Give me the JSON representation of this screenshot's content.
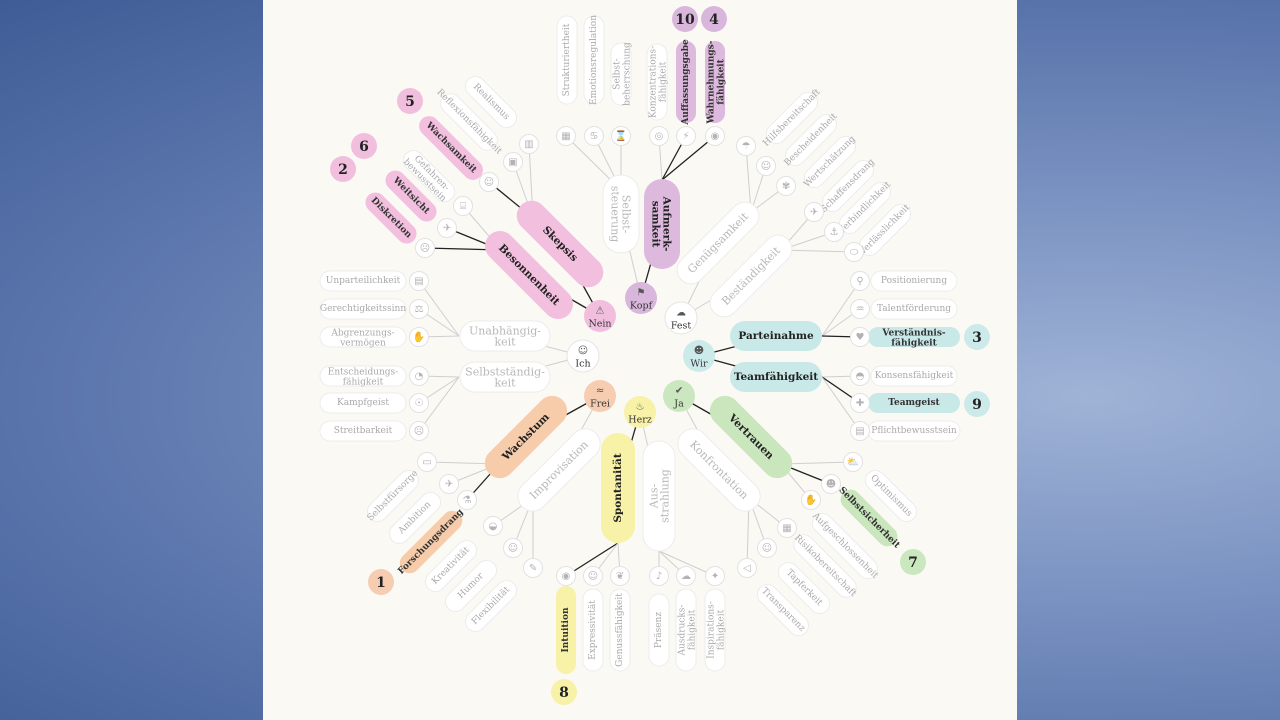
{
  "colors": {
    "purple": "#dcb9dd",
    "purple_dark": "#c99ccb",
    "pink": "#f3bfdf",
    "pink_dark": "#e6a2cf",
    "teal": "#c4e6e6",
    "green": "#c9e6bd",
    "yellow": "#f8f1a8",
    "orange": "#f6ccaa",
    "line": "#cfcfcf",
    "line_dark": "#222222",
    "pill_grey": "#ffffff"
  },
  "core": [
    {
      "id": "kopf",
      "label": "Kopf",
      "icon": "flag-icon",
      "color": "#d9b7dc"
    },
    {
      "id": "nein",
      "label": "Nein",
      "icon": "warning-icon",
      "color": "#f1bfdd"
    },
    {
      "id": "fest",
      "label": "Fest",
      "icon": "cloud-icon",
      "color": "#ffffff"
    },
    {
      "id": "ich",
      "label": "Ich",
      "icon": "person-icon",
      "color": "#ffffff"
    },
    {
      "id": "wir",
      "label": "Wir",
      "icon": "people-icon",
      "color": "#cdeaea"
    },
    {
      "id": "frei",
      "label": "Frei",
      "icon": "wave-icon",
      "color": "#f6cdb0"
    },
    {
      "id": "herz",
      "label": "Herz",
      "icon": "flame-icon",
      "color": "#f8f1a8"
    },
    {
      "id": "ja",
      "label": "Ja",
      "icon": "check-icon",
      "color": "#cbe7bf"
    }
  ],
  "branches": [
    {
      "label": "Selbst-\nsteuerung",
      "hl": false
    },
    {
      "label": "Aufmerk-\nsamkeit",
      "hl": true
    },
    {
      "label": "Genügsamkeit",
      "hl": false
    },
    {
      "label": "Beständigkeit",
      "hl": false
    },
    {
      "label": "Skepsis",
      "hl": true
    },
    {
      "label": "Besonnenheit",
      "hl": true
    },
    {
      "label": "Unabhängig-\nkeit",
      "hl": false
    },
    {
      "label": "Selbstständig-\nkeit",
      "hl": false
    },
    {
      "label": "Parteinahme",
      "hl": true
    },
    {
      "label": "Teamfähigkeit",
      "hl": true
    },
    {
      "label": "Wachstum",
      "hl": true
    },
    {
      "label": "Improvisation",
      "hl": false
    },
    {
      "label": "Spontanität",
      "hl": true
    },
    {
      "label": "Aus-\nstrahlung",
      "hl": false
    },
    {
      "label": "Vertrauen",
      "hl": true
    },
    {
      "label": "Konfrontation",
      "hl": false
    }
  ],
  "leaves": {
    "top": [
      "Strukturiertheit",
      "Emotionsregulation",
      "Selbst-\nbeherrschung",
      "Konzentrations-\nfähigkeit",
      "Auffassungsgabe",
      "Wahrnehmungs-\nfähigkeit"
    ],
    "top_right": [
      "Hilfsbereitschaft",
      "Bescheidenheit",
      "Wertschätzung",
      "Schaffensdrang",
      "Verbindlichkeit",
      "Verlässlichkeit"
    ],
    "top_left": [
      "Realismus",
      "Reflexionsfähigkeit",
      "Wachsamkeit",
      "Gefahren-\nbewusstsein",
      "Weitsicht",
      "Diskretion"
    ],
    "left": [
      "Unparteilichkeit",
      "Gerechtigkeitssinn",
      "Abgrenzungs-\nvermögen",
      "Entscheidungs-\nfähigkeit",
      "Kampfgeist",
      "Streitbarkeit"
    ],
    "right": [
      "Positionierung",
      "Talentförderung",
      "Verständnis-\nfähigkeit",
      "Konsensfähigkeit",
      "Teamgeist",
      "Pflichtbewusstsein"
    ],
    "bottom_left": [
      "Selbstfürsorge",
      "Ambition",
      "Forschungsdrang",
      "Kreativität",
      "Humor",
      "Flexibilität"
    ],
    "bottom": [
      "Intuition",
      "Expressivität",
      "Genussfähigkeit",
      "Präsenz",
      "Ausdrucks-\nfähigkeit",
      "Inspirations-\nfähigkeit"
    ],
    "bottom_right": [
      "Optimismus",
      "Selbstsicherheit",
      "Aufgeschlossenheit",
      "Risikobereitschaft",
      "Tapferkeit",
      "Transparenz"
    ]
  },
  "ranks": [
    {
      "n": "10",
      "color": "#d9b7dc"
    },
    {
      "n": "4",
      "color": "#d9b7dc"
    },
    {
      "n": "5",
      "color": "#f1bfdd"
    },
    {
      "n": "6",
      "color": "#f1bfdd"
    },
    {
      "n": "2",
      "color": "#f1bfdd"
    },
    {
      "n": "3",
      "color": "#cdeaea"
    },
    {
      "n": "9",
      "color": "#cdeaea"
    },
    {
      "n": "1",
      "color": "#f6cdb0"
    },
    {
      "n": "8",
      "color": "#f8f1a8"
    },
    {
      "n": "7",
      "color": "#cbe7bf"
    }
  ]
}
